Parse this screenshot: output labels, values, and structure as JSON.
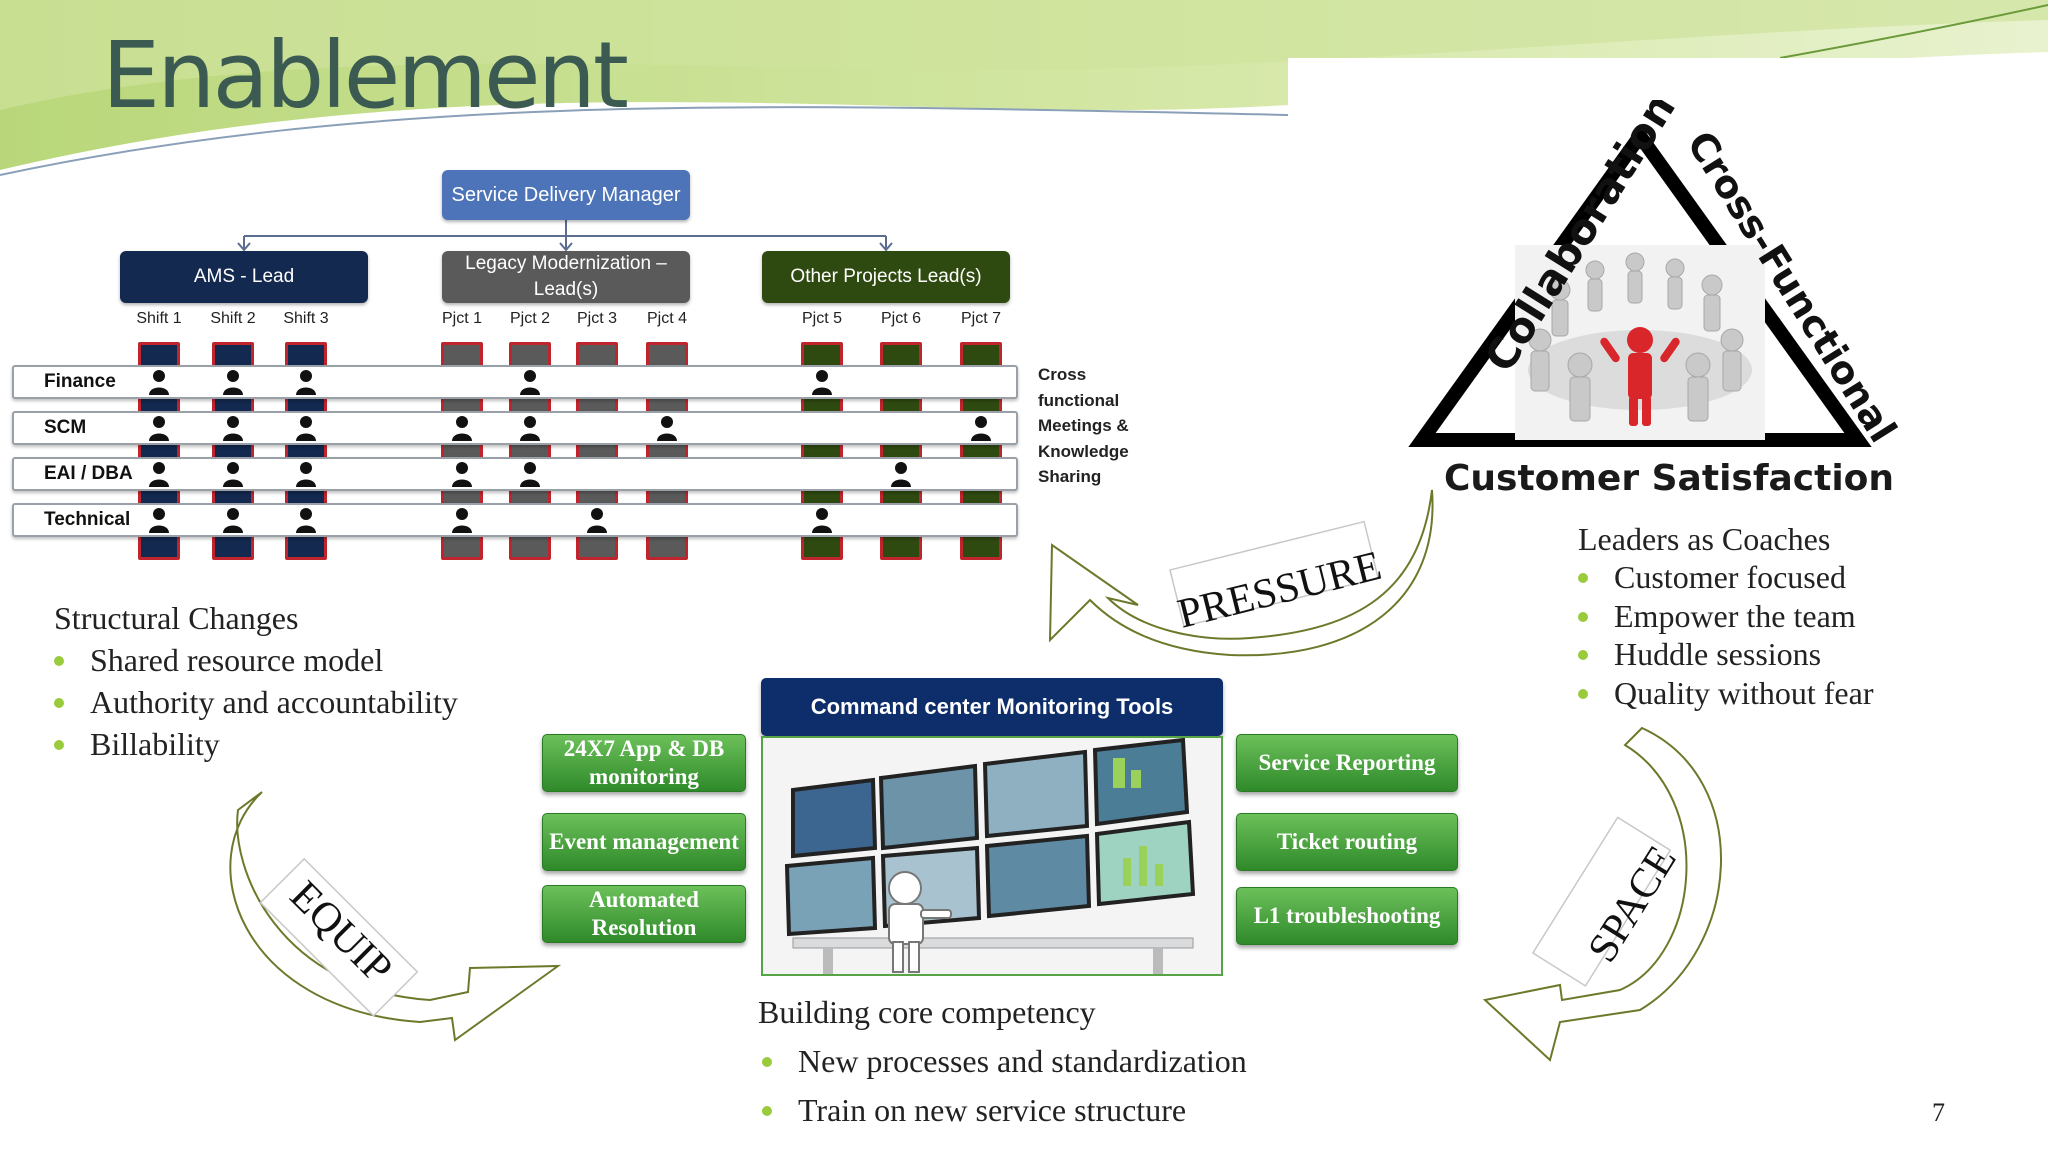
{
  "slide": {
    "title": "Enablement",
    "page_number": "7"
  },
  "org_chart": {
    "top_box": "Service Delivery Manager",
    "leads": [
      {
        "label": "AMS - Lead",
        "color": "#13294f"
      },
      {
        "label": "Legacy Modernization – Lead(s)",
        "color": "#5a5a5a"
      },
      {
        "label": "Other Projects Lead(s)",
        "color": "#2f4a10"
      }
    ],
    "columns": [
      "Shift 1",
      "Shift 2",
      "Shift 3",
      "Pjct 1",
      "Pjct 2",
      "Pjct 3",
      "Pjct 4",
      "Pjct 5",
      "Pjct 6",
      "Pjct 7"
    ],
    "column_colors": [
      "#13294f",
      "#13294f",
      "#13294f",
      "#5a5a5a",
      "#5a5a5a",
      "#5a5a5a",
      "#5a5a5a",
      "#2f4a10",
      "#2f4a10",
      "#2f4a10"
    ],
    "rows": [
      {
        "label": "Finance",
        "people": [
          1,
          1,
          1,
          0,
          1,
          0,
          0,
          1,
          0,
          0
        ]
      },
      {
        "label": "SCM",
        "people": [
          1,
          1,
          1,
          1,
          1,
          0,
          1,
          0,
          0,
          1
        ]
      },
      {
        "label": "EAI / DBA",
        "people": [
          1,
          1,
          1,
          1,
          1,
          0,
          0,
          0,
          1,
          0
        ]
      },
      {
        "label": "Technical",
        "people": [
          1,
          1,
          1,
          1,
          0,
          1,
          0,
          1,
          0,
          0
        ]
      }
    ],
    "side_note": "Cross functional Meetings & Knowledge Sharing"
  },
  "structural_changes": {
    "heading": "Structural Changes",
    "bullets": [
      "Shared resource model",
      "Authority and accountability",
      "Billability"
    ]
  },
  "triangle": {
    "left_side": "Collaboration",
    "right_side": "Cross-Functional",
    "base": "Customer Satisfaction"
  },
  "leaders": {
    "heading": "Leaders as Coaches",
    "bullets": [
      "Customer focused",
      "Empower the team",
      "Huddle sessions",
      "Quality without fear"
    ]
  },
  "command_center": {
    "header": "Command center Monitoring Tools",
    "left_buttons": [
      "24X7 App & DB monitoring",
      "Event management",
      "Automated Resolution"
    ],
    "right_buttons": [
      "Service Reporting",
      "Ticket routing",
      "L1 troubleshooting"
    ]
  },
  "core_competency": {
    "heading": "Building core competency",
    "bullets": [
      "New processes and standardization",
      "Train on new service structure"
    ]
  },
  "flow_labels": {
    "pressure": "PRESSURE",
    "equip": "EQUIP",
    "space": "SPACE"
  },
  "colors": {
    "title": "#3b5a52",
    "bullet": "#9acb3c",
    "green_button": "#3e9a34",
    "navy": "#0d2d6b"
  }
}
